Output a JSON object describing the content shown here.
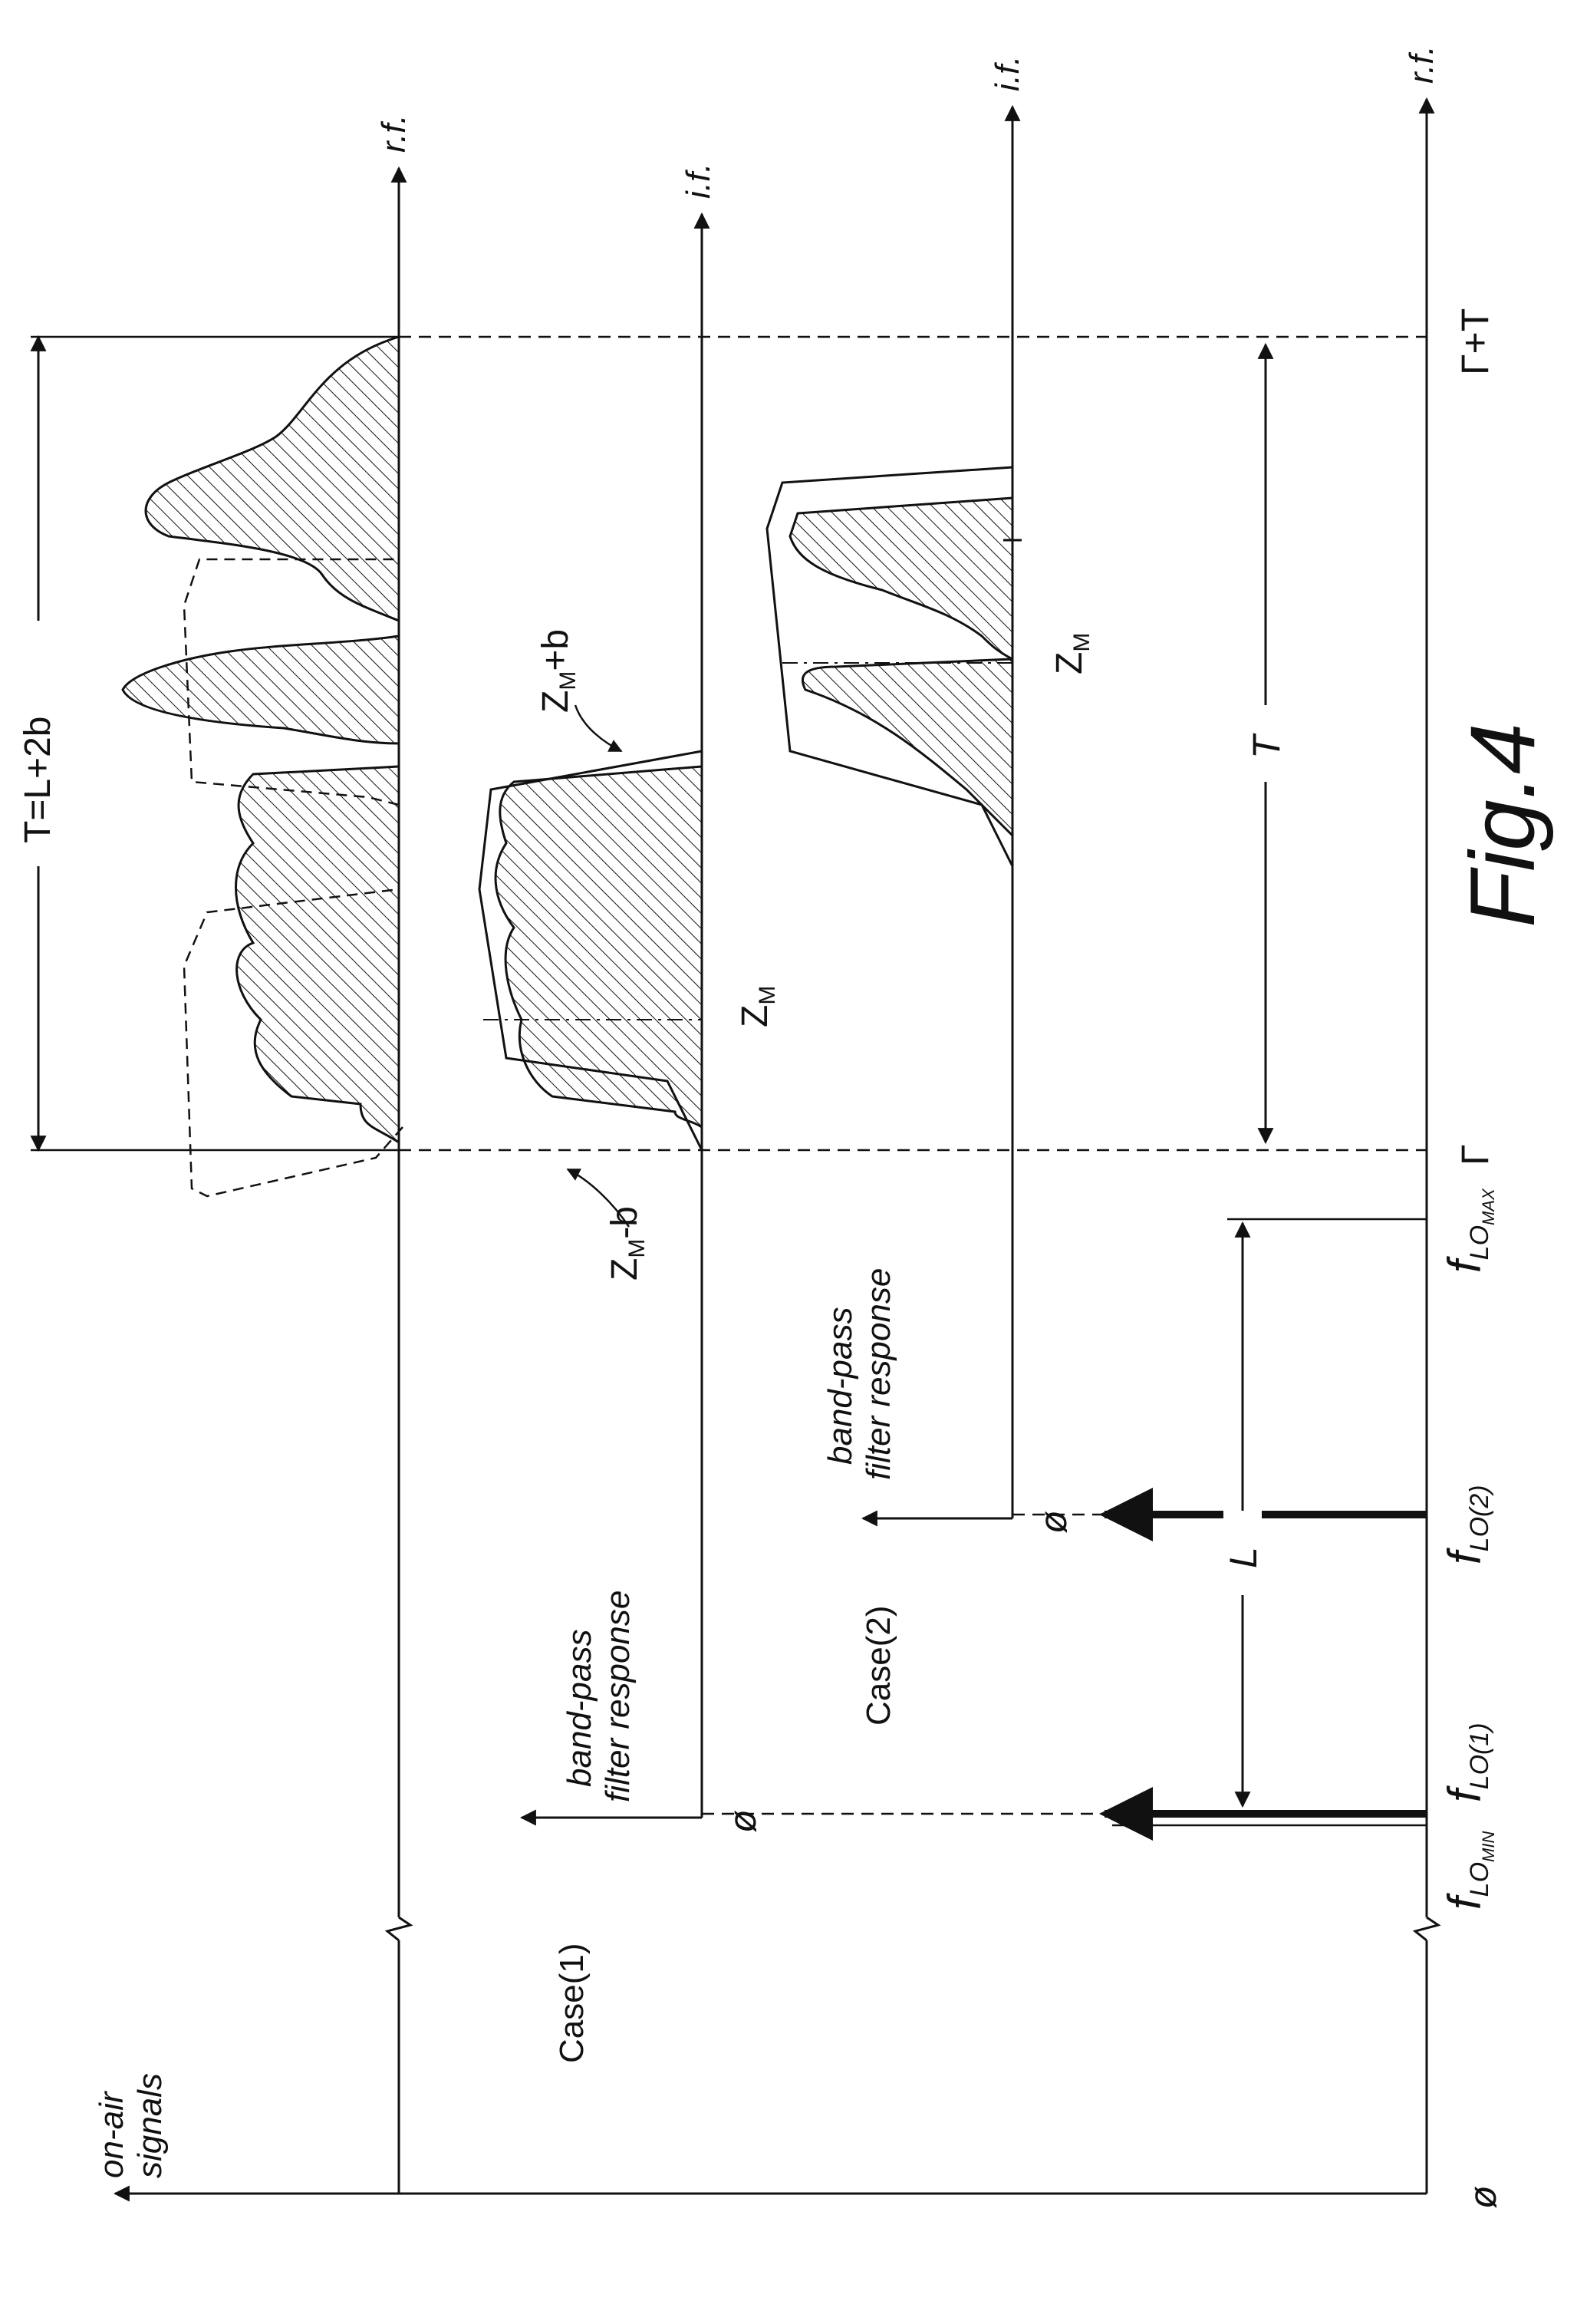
{
  "figure": {
    "caption": "Fig.4",
    "colors": {
      "ink": "#111111",
      "background": "#ffffff"
    },
    "top_axis": {
      "on_air_label": [
        "on-air",
        "signals"
      ]
    },
    "axis_labels": {
      "rf_main": "r.f.",
      "if_case1": "i.f.",
      "if_case2": "i.f.",
      "rf_bottom": "r.f."
    },
    "case_labels": {
      "case1": "Case(1)",
      "case2": "Case(2)"
    },
    "filter_labels": {
      "case1": [
        "band-pass",
        "filter response"
      ],
      "case2": [
        "band-pass",
        "filter response"
      ]
    },
    "zero_labels": {
      "bottom": "ø",
      "case1": "ø",
      "case2": "ø"
    },
    "lo_labels": {
      "lo_min": {
        "main": "f",
        "sub": "LO",
        "subsub": "MIN"
      },
      "lo_1": {
        "main": "f",
        "sub": "LO(1)"
      },
      "lo_2": {
        "main": "f",
        "sub": "LO(2)"
      },
      "lo_max": {
        "main": "f",
        "sub": "LO",
        "subsub": "MAX"
      }
    },
    "dimensions": {
      "T_total": "T=L+2b",
      "T": "T",
      "L": "L"
    },
    "gamma_labels": {
      "gamma": "Γ",
      "gamma_plus_T": "Γ+T"
    },
    "z_labels": {
      "zm_case1": {
        "main": "Z",
        "sub": "M",
        "suffix": ""
      },
      "zm_minus_b": {
        "main": "Z",
        "sub": "M",
        "suffix": "-b"
      },
      "zm_plus_b": {
        "main": "Z",
        "sub": "M",
        "suffix": "+b"
      },
      "zm_case2": {
        "main": "Z",
        "sub": "M",
        "suffix": ""
      }
    }
  }
}
